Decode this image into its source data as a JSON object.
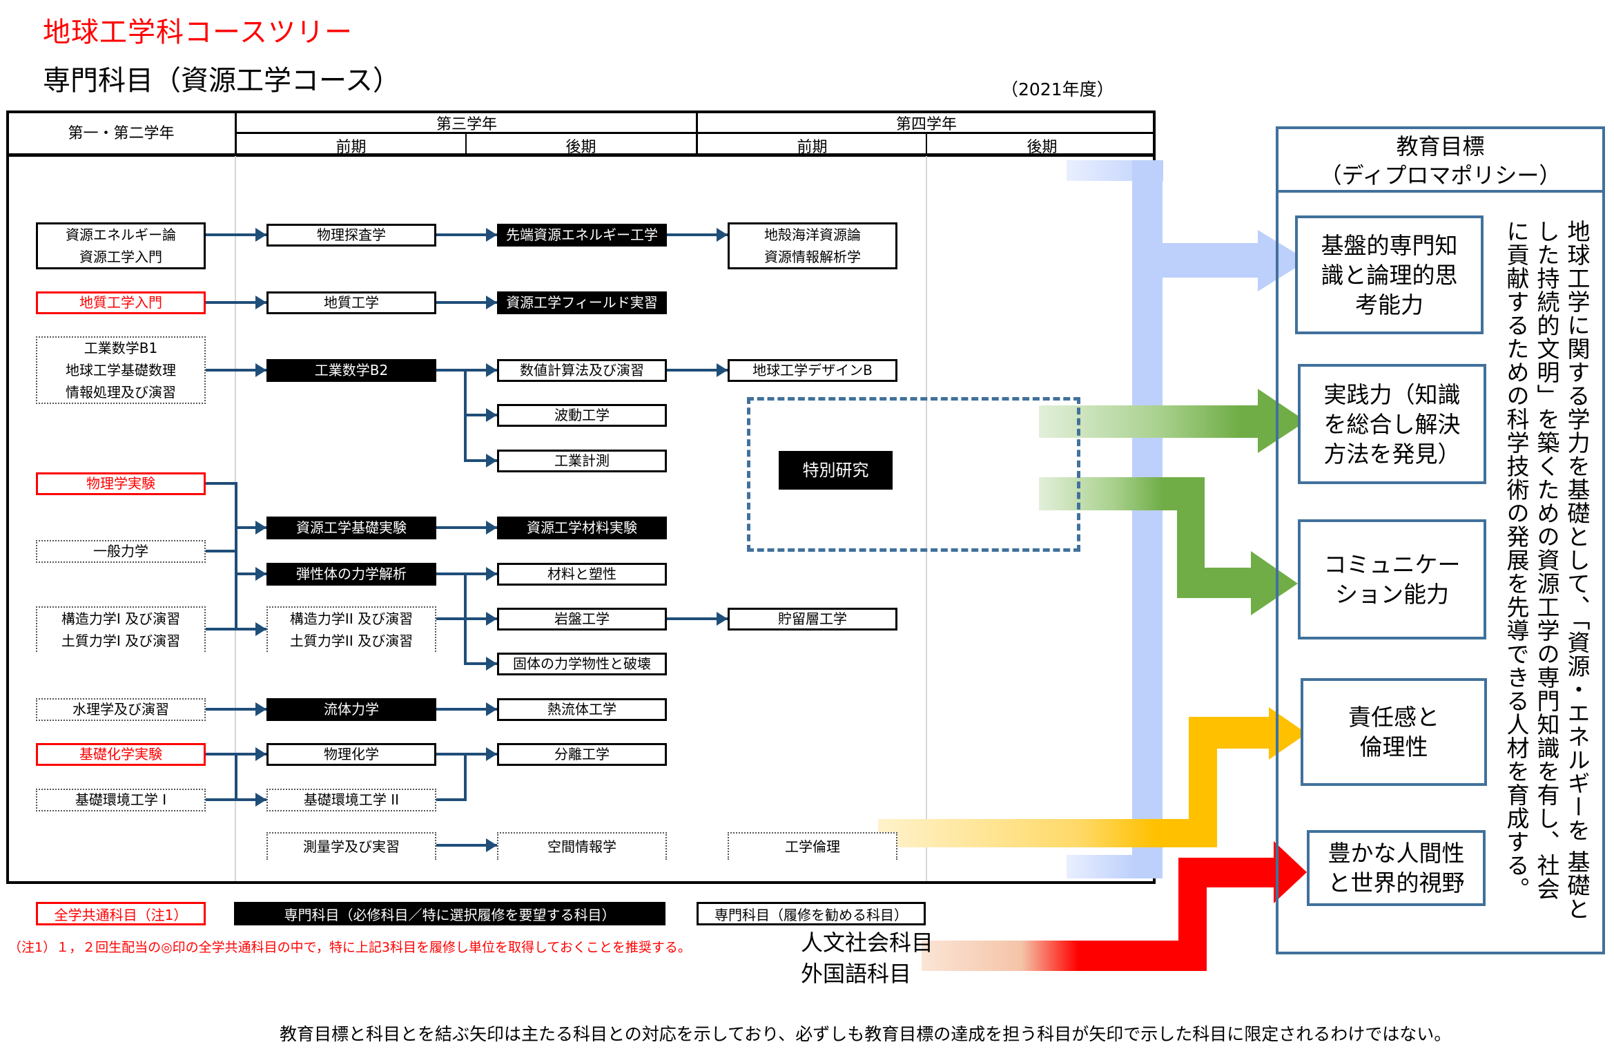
{
  "title": "地球工学科コースツリー",
  "subtitle": "専門科目（資源工学コース）",
  "year": "（2021年度）",
  "table": {
    "col_year12": "第一・第二学年",
    "year3": "第三学年",
    "year4": "第四学年",
    "term_first": "前期",
    "term_second": "後期"
  },
  "courses": {
    "c1_energy": [
      "資源エネルギー論",
      "資源工学入門"
    ],
    "c1_geo_intro": "地質工学入門",
    "c1_math": [
      "工業数学B1",
      "地球工学基礎数理",
      "情報処理及び演習"
    ],
    "c1_phys_exp": "物理学実験",
    "c1_mech": "一般力学",
    "c1_struct": [
      "構造力学I 及び演習",
      "土質力学I 及び演習"
    ],
    "c1_hydro": "水理学及び演習",
    "c1_chem_exp": "基礎化学実験",
    "c1_env1": "基礎環境工学 I",
    "c2_geophys": "物理探査学",
    "c2_geo_eng": "地質工学",
    "c2_math_b2": "工業数学B2",
    "c2_res_exp": "資源工学基礎実験",
    "c2_elastic": "弾性体の力学解析",
    "c2_struct2": [
      "構造力学II 及び演習",
      "土質力学II 及び演習"
    ],
    "c2_fluid": "流体力学",
    "c2_physchem": "物理化学",
    "c2_env2": "基礎環境工学 II",
    "c2_survey": "測量学及び実習",
    "c3_adv_energy": "先端資源エネルギー工学",
    "c3_field": "資源工学フィールド実習",
    "c3_numeric": "数値計算法及び演習",
    "c3_wave": "波動工学",
    "c3_measure": "工業計測",
    "c3_material_exp": "資源工学材料実験",
    "c3_plastic": "材料と塑性",
    "c3_rock": "岩盤工学",
    "c3_solid": "固体の力学物性と破壊",
    "c3_thermo": "熱流体工学",
    "c3_separation": "分離工学",
    "c3_spatial": "空間情報学",
    "c4_crust": [
      "地殻海洋資源論",
      "資源情報解析学"
    ],
    "c4_design": "地球工学デザインB",
    "c4_reservoir": "貯留層工学",
    "c4_ethics": "工学倫理",
    "special_research": "特別研究"
  },
  "legend": {
    "common": "全学共通科目（注1）",
    "required": "専門科目（必修科目／特に選択履修を要望する科目）",
    "recommended": "専門科目（履修を勧める科目）",
    "note": "（注1）１，２回生配当の◎印の全学共通科目の中で，特に上記3科目を履修し単位を取得しておくことを推奨する。"
  },
  "liberal": {
    "humanities": "人文社会科目",
    "languages": "外国語科目"
  },
  "goals": {
    "header_line1": "教育目標",
    "header_line2": "（ディプロマポリシー）",
    "items": [
      {
        "lines": [
          "基盤的専門知",
          "識と論理的思",
          "考能力"
        ],
        "arrow_color": "#bdd0fb"
      },
      {
        "lines": [
          "実践力（知識",
          "を総合し解決",
          "方法を発見）"
        ],
        "arrow_color": "#70ad47"
      },
      {
        "lines": [
          "コミュニケー",
          "ション能力"
        ],
        "arrow_color": "#70ad47"
      },
      {
        "lines": [
          "責任感と",
          "倫理性"
        ],
        "arrow_color": "#ffc000"
      },
      {
        "lines": [
          "豊かな人間性",
          "と世界的視野"
        ],
        "arrow_color": "#ff0000"
      }
    ],
    "policy_columns": [
      "地球工学に関する学力を基礎として、「資源・エネルギーを 基礎と",
      "した持続的文明」を築くための資源工学の専門知識を有し、社会",
      "に貢献するための科学技術の発展を先導できる人材を育成する。"
    ]
  },
  "footer": "教育目標と科目とを結ぶ矢印は主たる科目との対応を示しており、必ずしも教育目標の達成を担う科目が矢印で示した科目に限定されるわけではない。",
  "colors": {
    "title_red": "#ff0000",
    "connector": "#1f4e79",
    "panel_border": "#41719c",
    "band_blue": "#bdd0fb",
    "band_green": "#70ad47",
    "band_yellow": "#ffc000",
    "band_red": "#ff0000"
  }
}
